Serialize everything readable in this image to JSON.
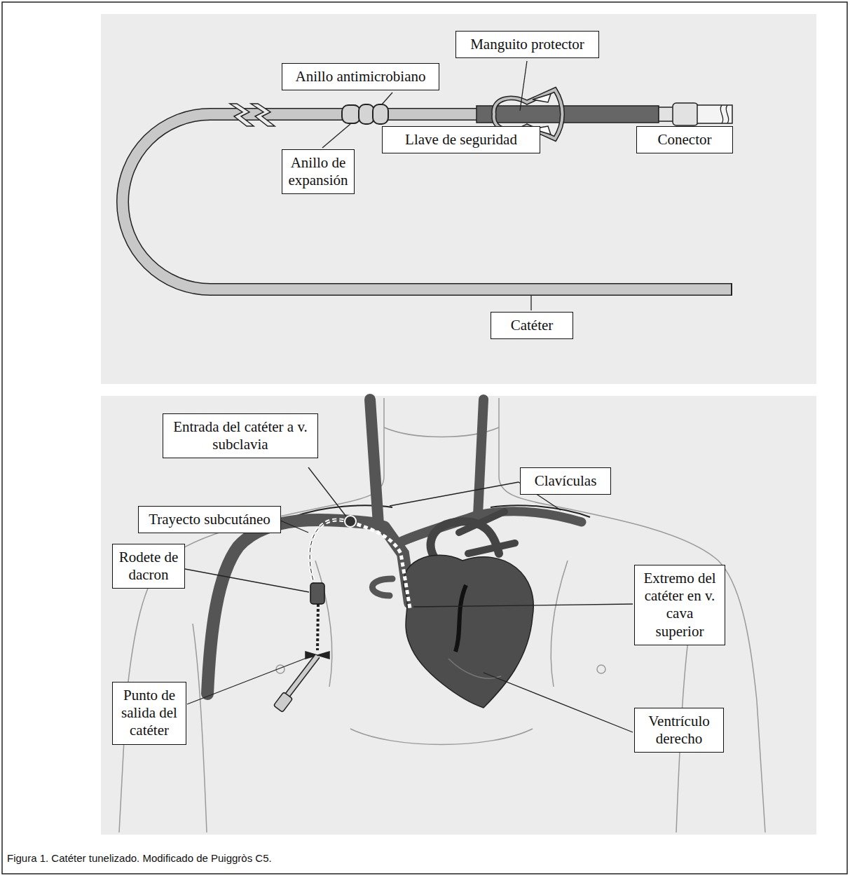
{
  "diagram": {
    "caption": "Figura 1. Catéter tunelizado. Modificado de Puiggròs C5.",
    "nodes": [
      {
        "text": [
          "Manguito protector"
        ]
      },
      {
        "text": [
          "Anillo antimicrobiano"
        ]
      },
      {
        "text": [
          "Llave de seguridad"
        ]
      },
      {
        "text": [
          "Conector"
        ]
      },
      {
        "text": [
          "Anillo de expansión"
        ]
      },
      {
        "text": [
          "Catéter"
        ]
      },
      {
        "text": [
          "Entrada del catéter a v. subclavia"
        ]
      },
      {
        "text": [
          "Clavículas"
        ]
      },
      {
        "text": [
          "Trayecto subcutáneo"
        ]
      },
      {
        "text": [
          "Rodete de dacron"
        ]
      },
      {
        "text": [
          "Extremo del catéter en v. cava superior"
        ]
      },
      {
        "text": [
          "Punto de salida del catéter"
        ]
      },
      {
        "text": [
          "Ventrículo derecho"
        ]
      }
    ]
  }
}
